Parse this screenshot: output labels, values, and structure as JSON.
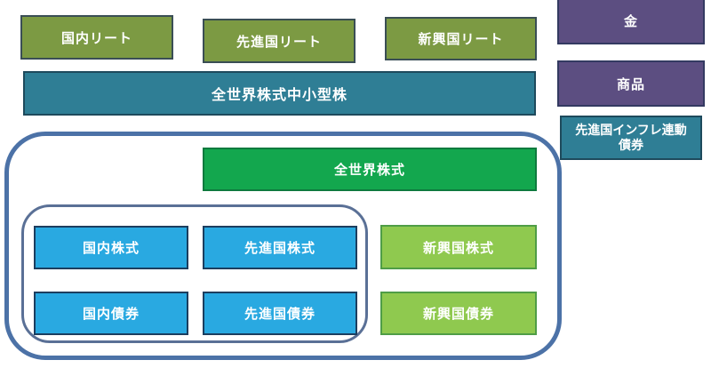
{
  "colors": {
    "background": "#ffffff",
    "label-color": "#ffffff",
    "olive-fill": "#7c9a43",
    "olive-border": "#3a4e55",
    "teal-fill": "#2f7e95",
    "teal-border": "#1e4a5c",
    "purple-fill": "#5c4e81",
    "purple-border": "#333a61",
    "green-fill": "#13a74e",
    "green-border": "#0e7a3e",
    "blue-fill": "#29a9e1",
    "blue-border": "#1c3e5f",
    "lightgreen-fill": "#8fc94f",
    "lightgreen-border": "#4f9d46",
    "outer-group-border": "#4c72a7",
    "inner-group-border": "#5a7096"
  },
  "boxes": {
    "domestic_reit": "国内リート",
    "developed_reit": "先進国リート",
    "emerging_reit": "新興国リート",
    "global_small_mid_cap": "全世界株式中小型株",
    "gold": "金",
    "commodities": "商品",
    "developed_inflation_linked": {
      "line1": "先進国インフレ連動",
      "line2": "債券"
    },
    "global_equity": "全世界株式",
    "domestic_equity": "国内株式",
    "developed_equity": "先進国株式",
    "emerging_equity": "新興国株式",
    "domestic_bonds": "国内債券",
    "developed_bonds": "先進国債券",
    "emerging_bonds": "新興国債券"
  }
}
